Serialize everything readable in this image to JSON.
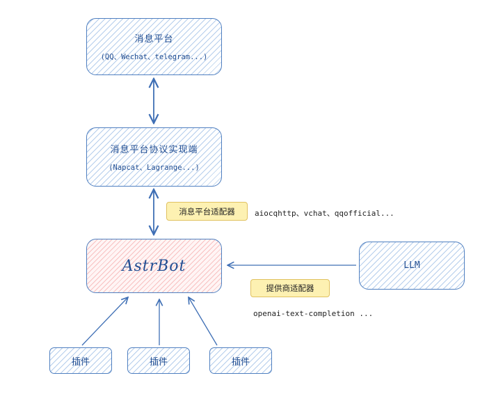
{
  "nodes": {
    "msg_platform": {
      "title": "消息平台",
      "sub": "(QQ、Wechat、telegram...)"
    },
    "protocol": {
      "title": "消息平台协议实现端",
      "sub": "(Napcat、Lagrange...)"
    },
    "astrbot": {
      "title": "AstrBot"
    },
    "llm": {
      "title": "LLM"
    },
    "plugins": [
      "插件",
      "插件",
      "插件"
    ]
  },
  "tags": {
    "platform_adapter": "消息平台适配器",
    "provider_adapter": "提供商适配器"
  },
  "notes": {
    "platform_adapters": "aiocqhttp、vchat、qqofficial...",
    "provider_adapters": "openai-text-completion ..."
  },
  "colors": {
    "line": "#4f7fc0",
    "text": "#234f93",
    "blue_hatch": "#78a5dc",
    "red_hatch": "#f08c8c",
    "tag_fill": "#fdf1b2",
    "tag_border": "#e0c160"
  }
}
